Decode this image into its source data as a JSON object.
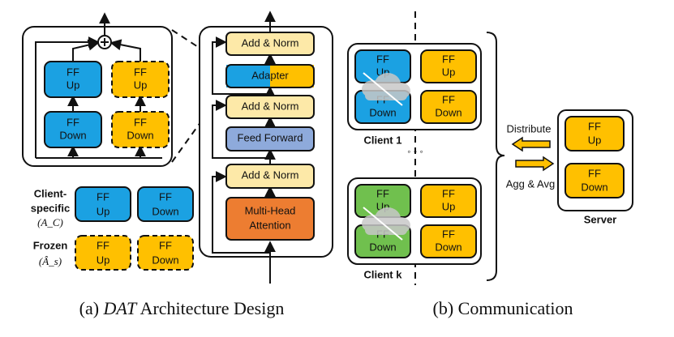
{
  "colors": {
    "blue": "#1ba1e2",
    "orange": "#ffc000",
    "green": "#70c04e",
    "addnorm": "#fde9a8",
    "feedforward": "#8eaadb",
    "attention": "#ed7d31"
  },
  "icons": [
    "cloud-icon",
    "plus-circle-icon",
    "arrow-up-icon",
    "arrow-right-icon",
    "arrow-left-icon"
  ],
  "left": {
    "adapter_blocks": {
      "ff": "FF",
      "up": "Up",
      "down": "Down"
    },
    "legend": {
      "client_specific": "Client-",
      "client_specific2": "specific",
      "client_specific_sym": "(A_C)",
      "frozen": "Frozen",
      "frozen_sym": "(Â_s)"
    },
    "transformer": {
      "add_norm": "Add & Norm",
      "adapter": "Adapter",
      "feed_forward": "Feed Forward",
      "mha1": "Multi-Head",
      "mha2": "Attention"
    },
    "caption_prefix": "(a) ",
    "caption_italic": "DAT",
    "caption_suffix": " Architecture Design"
  },
  "right": {
    "client1": "Client 1",
    "clientk": "Client k",
    "ellipsis": "◦ ◦ ◦",
    "server": "Server",
    "distribute": "Distribute",
    "agg": "Agg & Avg",
    "caption": "(b) Communication"
  }
}
